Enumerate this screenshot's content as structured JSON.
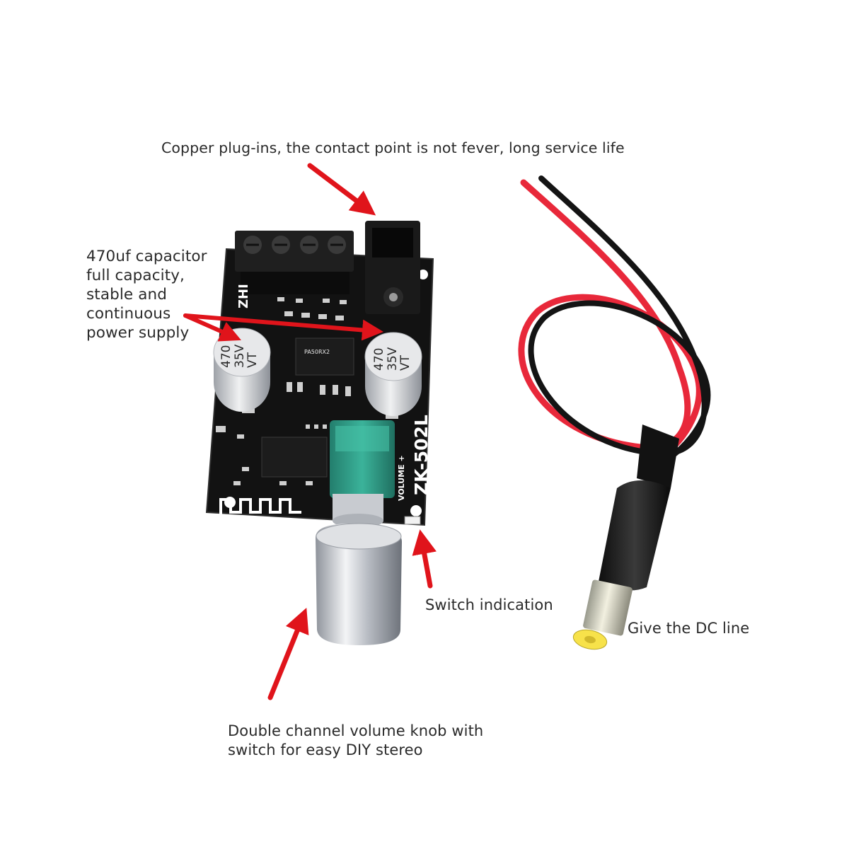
{
  "colors": {
    "background": "#ffffff",
    "arrow": "#e0141b",
    "pcb": "#111111",
    "terminal_block": "#1f1f1f",
    "potentiometer": "#2e9c87",
    "knob": "#c9ccd2",
    "wire_red": "#e8283a",
    "wire_black": "#141414",
    "plug_tip": "#f7e24a"
  },
  "callouts": {
    "copper": "Copper plug-ins, the contact point is not fever, long service life",
    "capacitor": "470uf capacitor\nfull capacity,\nstable and\ncontinuous\npower supply",
    "switch": "Switch indication",
    "dc_line": "Give the DC line",
    "knob": "Double channel volume knob with\nswitch for easy DIY stereo"
  },
  "board": {
    "model": "ZK-502L",
    "volume_label": "VOLUME +",
    "brand": "ZHI",
    "capacitor_left": {
      "value": "470",
      "voltage": "35V",
      "series": "VT"
    },
    "capacitor_right": {
      "value": "470",
      "voltage": "35V",
      "series": "VT"
    }
  },
  "icons": {
    "arrows": "red-arrow-icon",
    "bluetooth_antenna": "antenna-trace-icon"
  }
}
